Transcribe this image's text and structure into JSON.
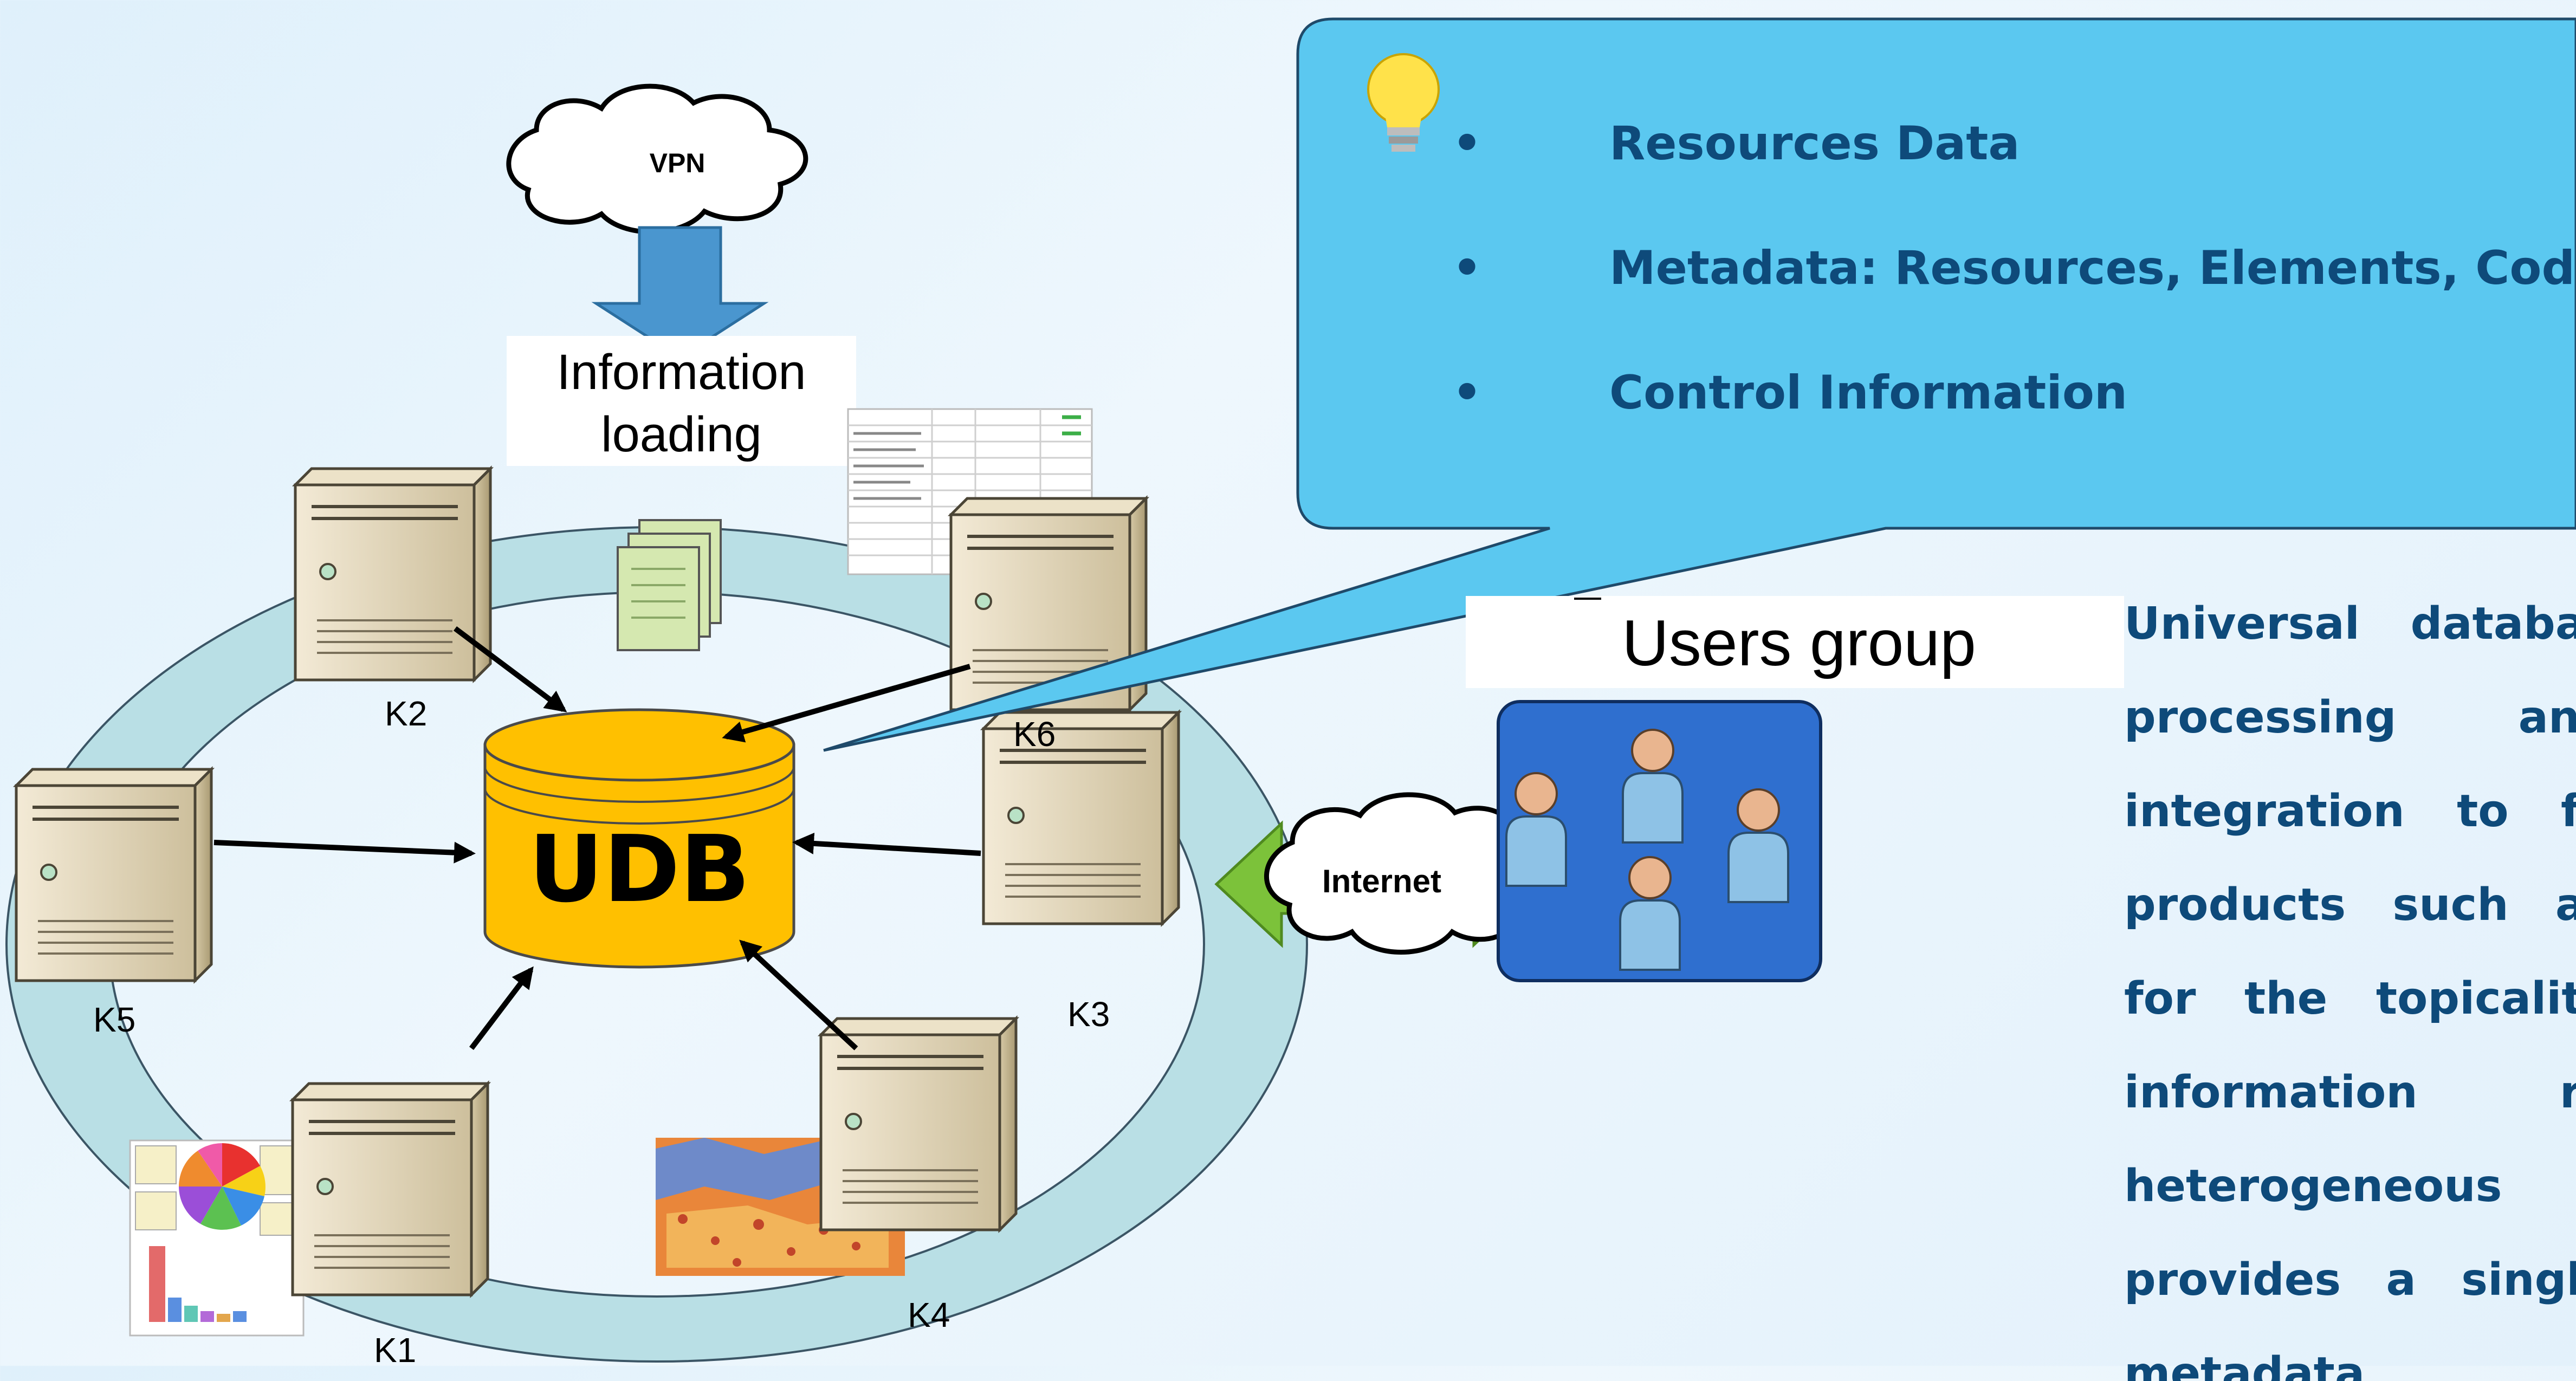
{
  "colors": {
    "ring": "#b9dfe5",
    "udb": "#ffc000",
    "callout": "#5bc8f0",
    "callout_text": "#0e4a7a",
    "users_panel": "#2f6fcf",
    "arrow_blue": "#4a96cf",
    "arrow_green": "#7cc23a"
  },
  "vpn": {
    "label": "VPN",
    "icon": "cloud-icon"
  },
  "info_loading": {
    "line1": "Information",
    "line2": "loading"
  },
  "udb": {
    "label": "UDB",
    "icon": "database-cylinder-icon"
  },
  "internet": {
    "label": "Internet",
    "icon": "cloud-icon"
  },
  "servers": [
    {
      "label": "K1"
    },
    {
      "label": "K2"
    },
    {
      "label": "K3"
    },
    {
      "label": "K4"
    },
    {
      "label": "K5"
    },
    {
      "label": "K6"
    }
  ],
  "users_group": {
    "title": "Users group",
    "icon": "user-icon"
  },
  "callout": {
    "icon": "lightbulb-icon",
    "bullet": "•",
    "items": [
      "Resources Data",
      "Metadata: Resources, Elements, Codes",
      "Control Information"
    ]
  },
  "description": {
    "lines": [
      "Universal databas",
      "processing and",
      "integration to fu",
      "products such as",
      "for the topicality",
      "information re",
      "heterogeneous a",
      "provides a single",
      "metadata"
    ]
  }
}
